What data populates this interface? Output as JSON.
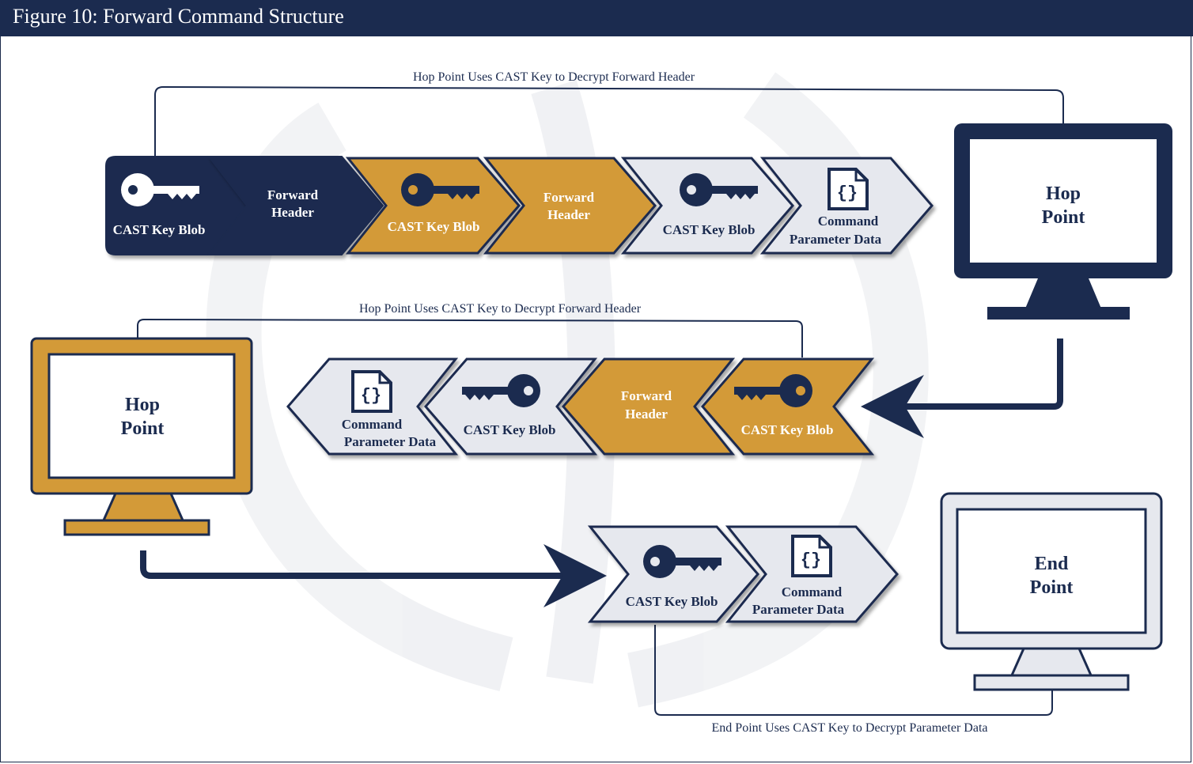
{
  "title": "Figure 10: Forward Command Structure",
  "annotations": {
    "top": "Hop Point Uses CAST Key to Decrypt Forward Header",
    "middle": "Hop Point Uses CAST Key to Decrypt Forward Header",
    "bottom": "End Point Uses CAST Key to Decrypt Parameter Data"
  },
  "blocks": {
    "key_blob": "CAST Key Blob",
    "forward_header_line1": "Forward",
    "forward_header_line2": "Header",
    "command_line1": "Command",
    "command_line2": "Parameter Data"
  },
  "monitors": {
    "hop_line1": "Hop",
    "hop_line2": "Point",
    "end_line1": "End",
    "end_line2": "Point"
  },
  "icons": {
    "document": "{}"
  },
  "colors": {
    "navy": "#1b2b4f",
    "gold": "#d39a38",
    "light": "#e6e8ee",
    "white": "#ffffff"
  }
}
